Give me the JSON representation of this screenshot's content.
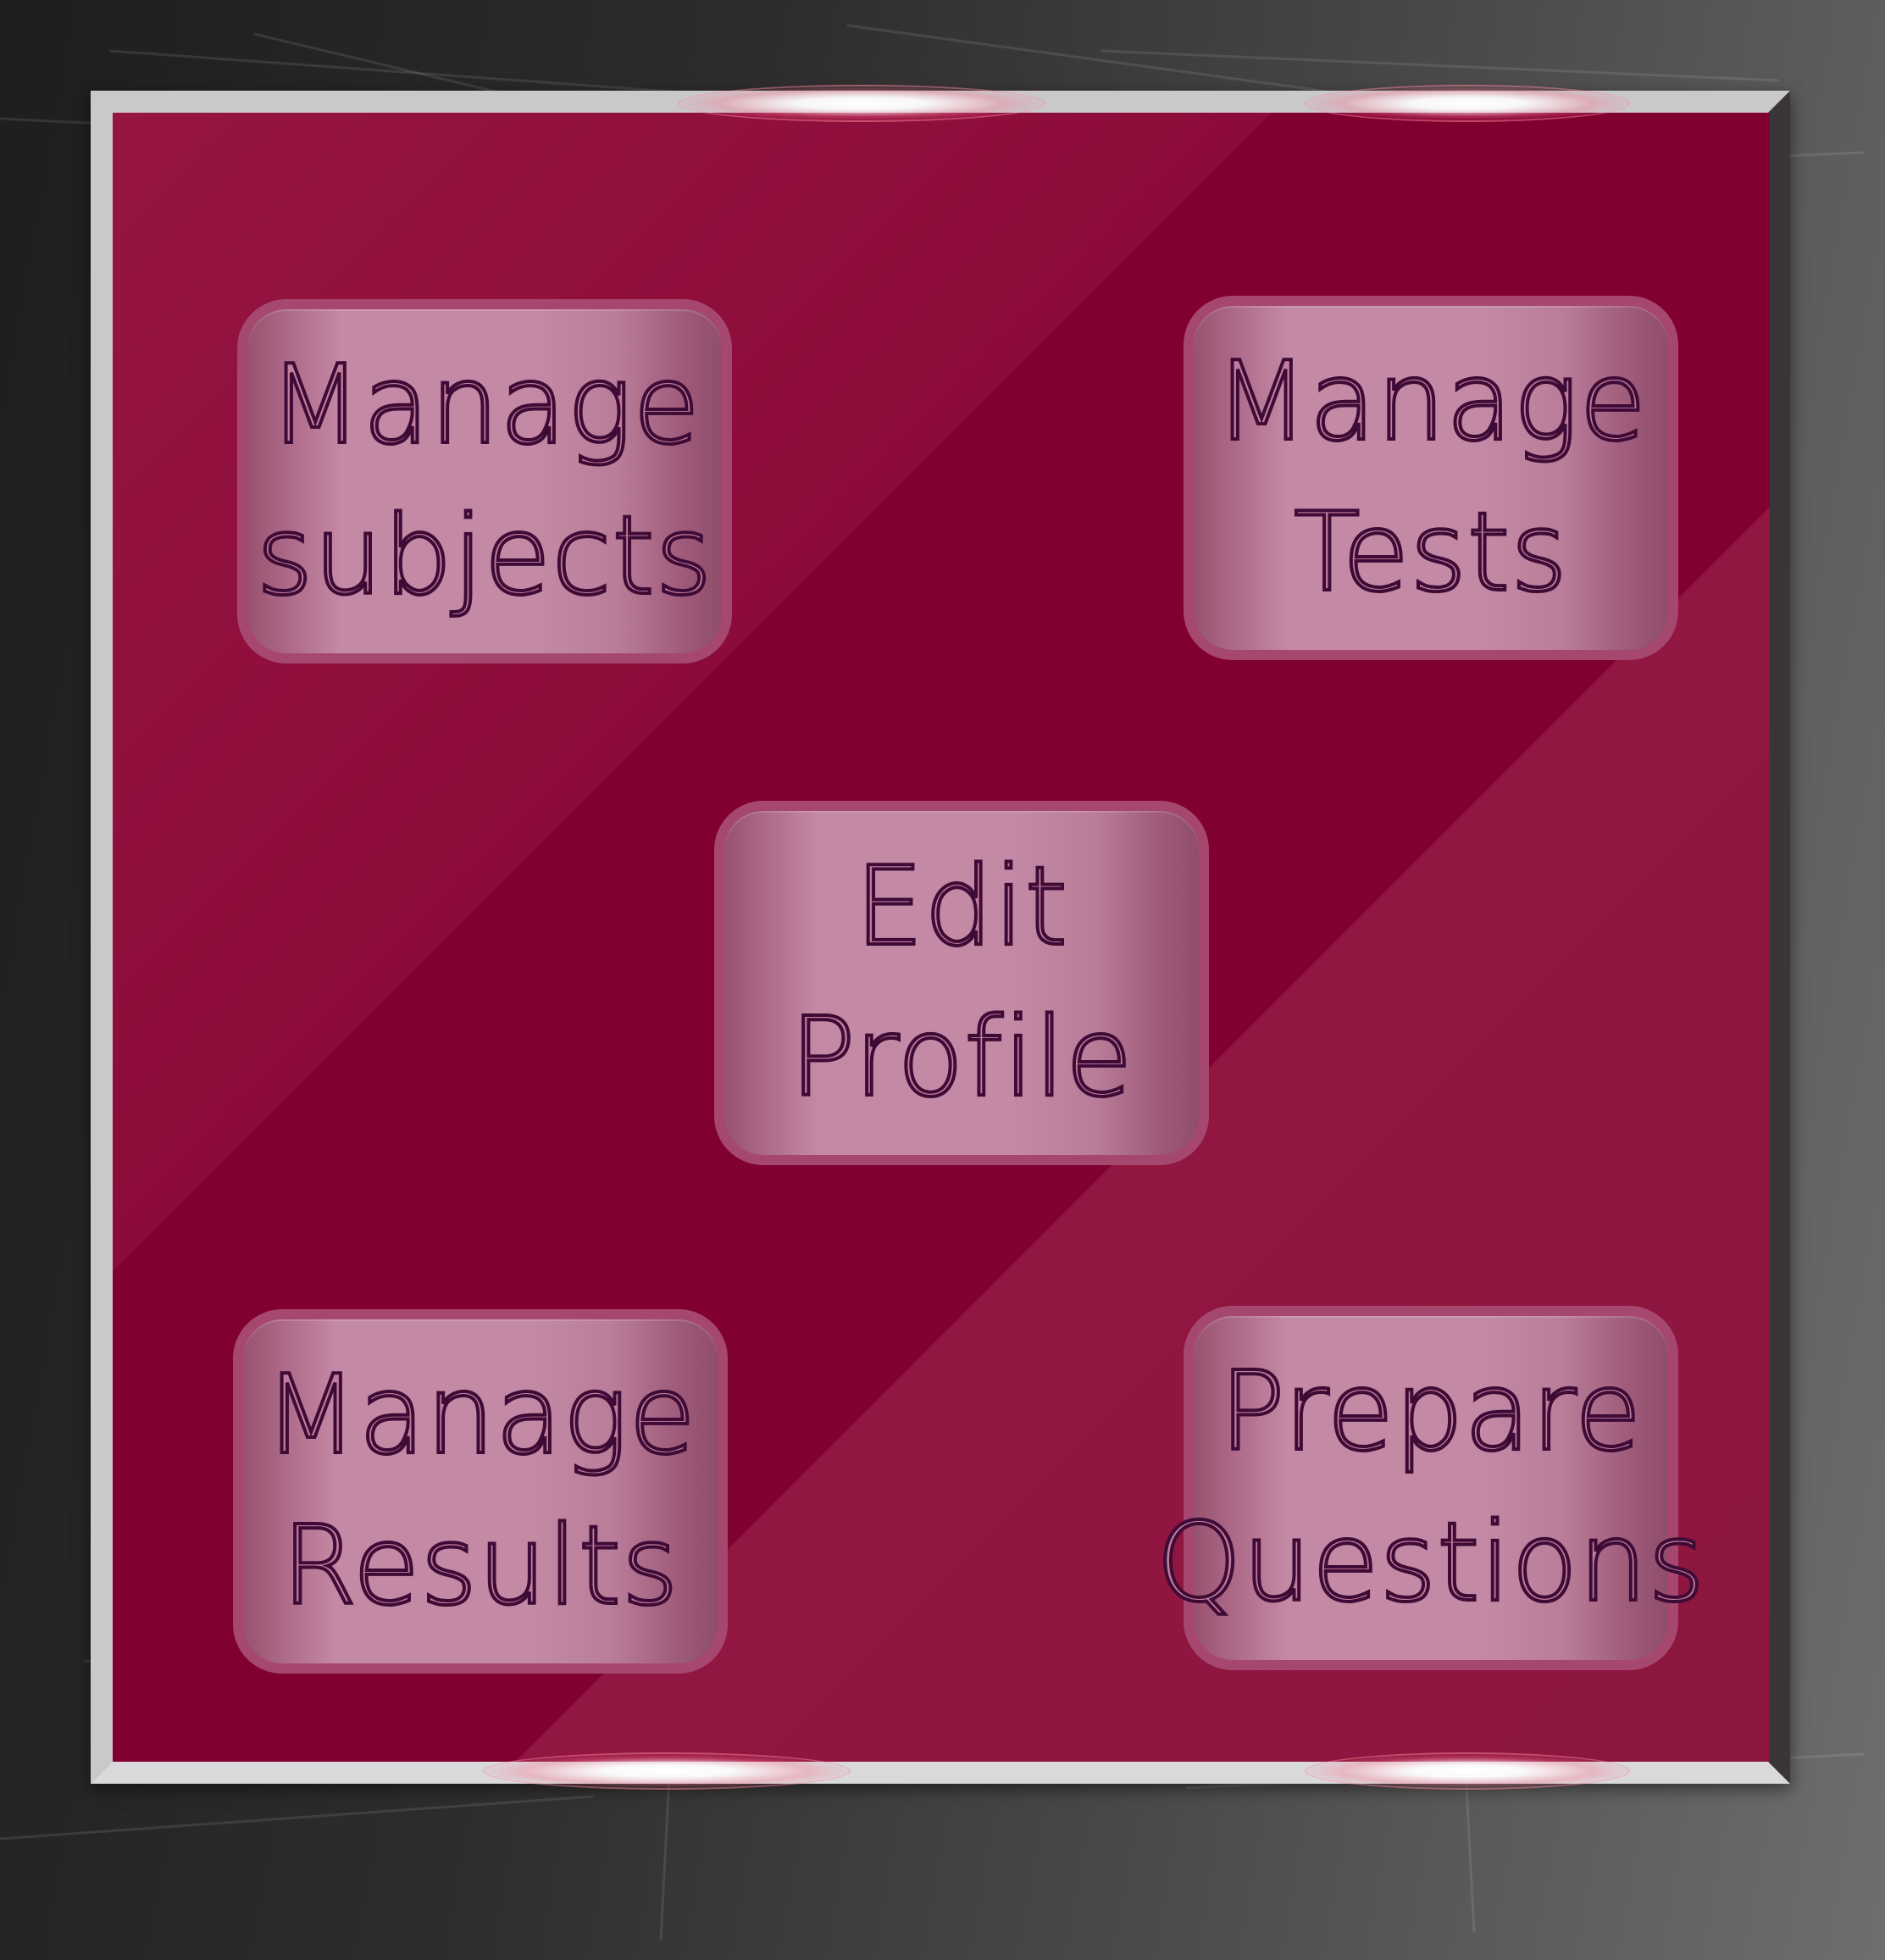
{
  "menu": {
    "manage_subjects": {
      "line1": "Manage",
      "line2": "subjects"
    },
    "manage_tests": {
      "line1": "Manage",
      "line2": "Tests"
    },
    "edit_profile": {
      "line1": "Edit",
      "line2": "Profile"
    },
    "manage_results": {
      "line1": "Manage",
      "line2": "Results"
    },
    "prepare_questions": {
      "line1": "Prepare",
      "line2": "Questions"
    }
  },
  "colors": {
    "panel": "#800030",
    "tile_border": "#a6476f",
    "tile_face": "#c48aa5",
    "text_outline": "#3e0b36",
    "frame": "#c9c9cb",
    "background": "#2e2c2d"
  }
}
